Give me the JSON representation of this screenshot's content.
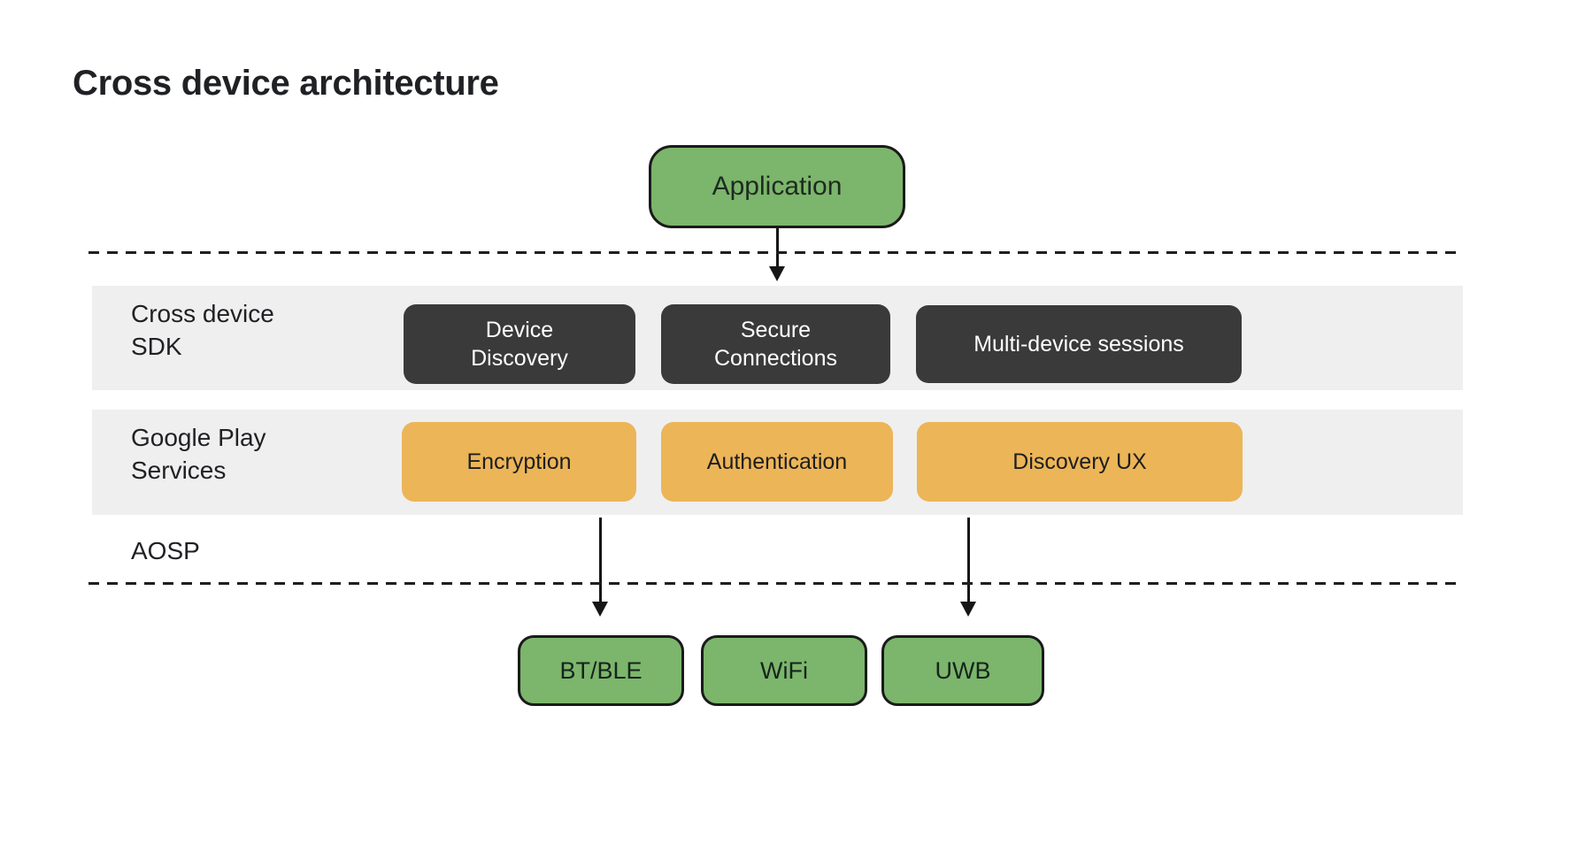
{
  "title": "Cross device architecture",
  "colors": {
    "green": "#7CB56C",
    "orange": "#ECB558",
    "dark": "#3B3A3B",
    "band_gray": "#EFEFEF",
    "line": "#1E1E1E",
    "text_dark": "#202124",
    "text_light": "#FFFFFF"
  },
  "application": {
    "label": "Application"
  },
  "sdk_layer": {
    "label": "Cross device\nSDK",
    "boxes": [
      {
        "label": "Device\nDiscovery"
      },
      {
        "label": "Secure\nConnections"
      },
      {
        "label": "Multi-device sessions"
      }
    ]
  },
  "gms_layer": {
    "label": "Google Play\nServices",
    "boxes": [
      {
        "label": "Encryption"
      },
      {
        "label": "Authentication"
      },
      {
        "label": "Discovery UX"
      }
    ]
  },
  "aosp_label": "AOSP",
  "transports": [
    {
      "label": "BT/BLE"
    },
    {
      "label": "WiFi"
    },
    {
      "label": "UWB"
    }
  ]
}
